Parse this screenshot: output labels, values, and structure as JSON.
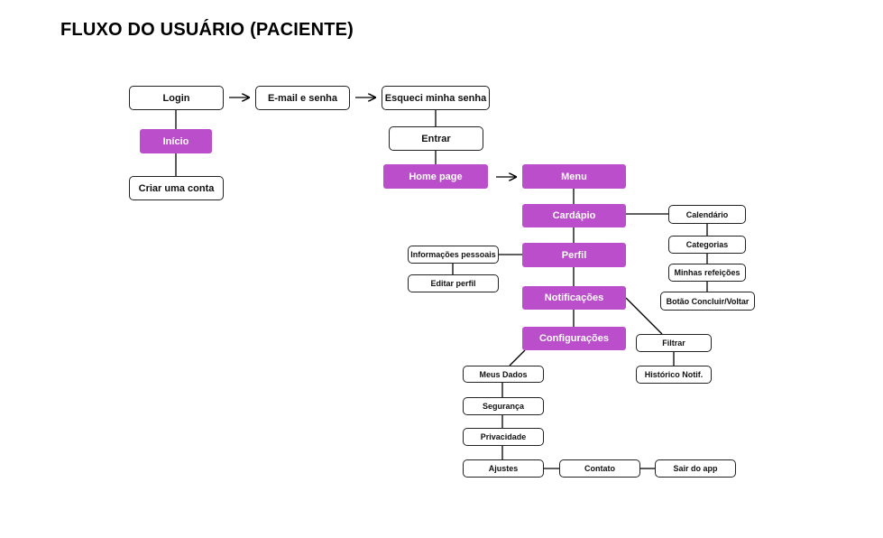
{
  "title": "FLUXO DO USUÁRIO (PACIENTE)",
  "colors": {
    "accent": "#bb4fcb",
    "border": "#222222",
    "line": "#000000"
  },
  "nodes": {
    "login": "Login",
    "email_senha": "E-mail e senha",
    "esqueci_senha": "Esqueci minha senha",
    "inicio": "Início",
    "criar_conta": "Criar uma conta",
    "entrar": "Entrar",
    "home_page": "Home page",
    "menu": "Menu",
    "cardapio": "Cardápio",
    "calendario": "Calendário",
    "categorias": "Categorias",
    "minhas_refeicoes": "Minhas refeições",
    "botao_concluir": "Botão Concluir/Voltar",
    "perfil": "Perfil",
    "info_pessoais": "Informações pessoais",
    "editar_perfil": "Editar perfil",
    "notificacoes": "Notificações",
    "filtrar": "Filtrar",
    "historico_notif": "Histórico Notif.",
    "configuracoes": "Configurações",
    "meus_dados": "Meus Dados",
    "seguranca": "Segurança",
    "privacidade": "Privacidade",
    "ajustes": "Ajustes",
    "contato": "Contato",
    "sair_app": "Sair do app"
  }
}
